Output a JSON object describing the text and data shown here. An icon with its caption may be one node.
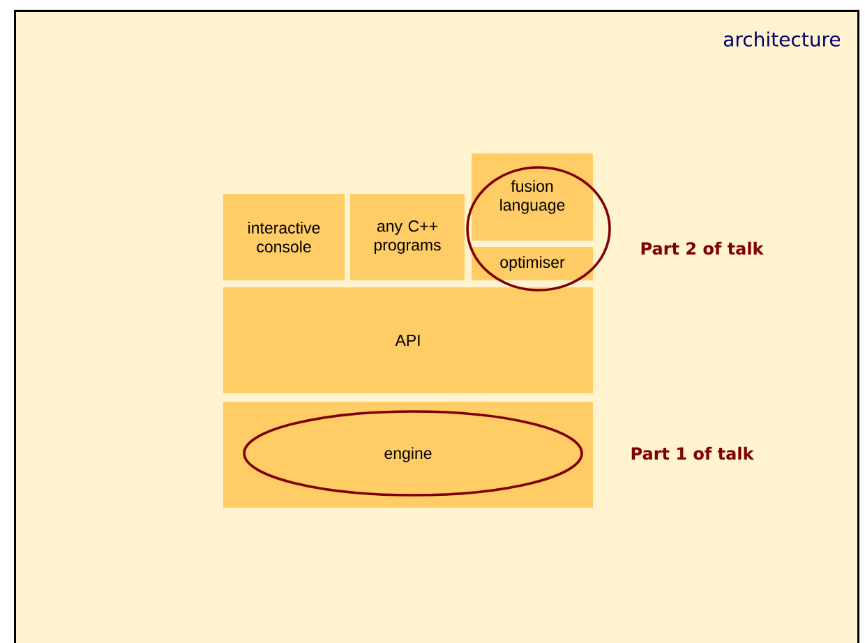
{
  "diagram": {
    "title": "architecture",
    "nodes": [
      {
        "text": [
          "interactive console"
        ]
      },
      {
        "text": [
          "any C++ programs"
        ]
      },
      {
        "text": [
          "fusion language"
        ]
      },
      {
        "text": [
          "optimiser"
        ]
      },
      {
        "text": [
          "API"
        ]
      },
      {
        "text": [
          "engine"
        ]
      }
    ],
    "labels": [
      "Part 2 of talk",
      "Part 1 of talk"
    ]
  }
}
